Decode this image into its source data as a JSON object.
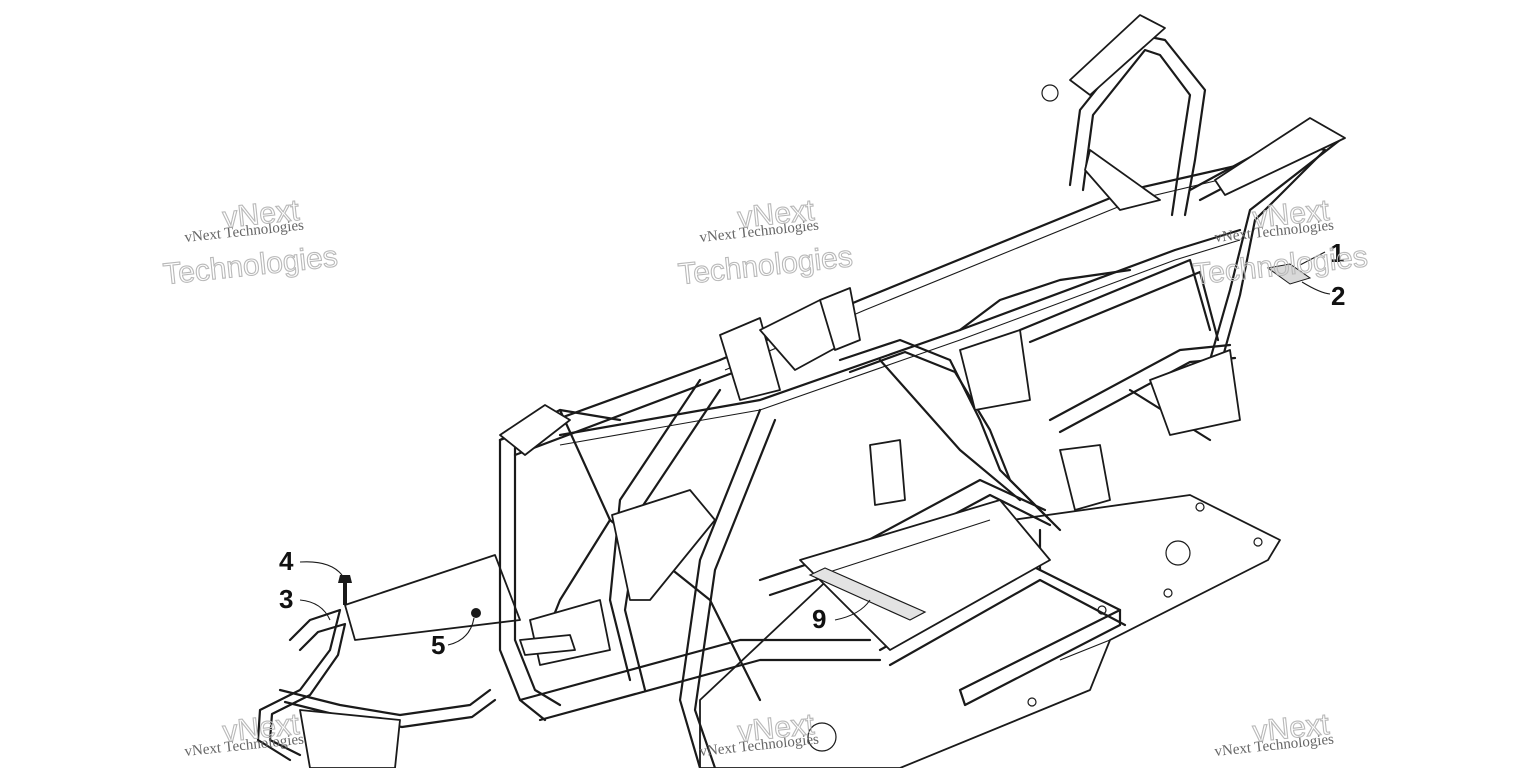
{
  "callouts": {
    "c1": "1",
    "c2": "2",
    "c3": "3",
    "c4": "4",
    "c5": "5",
    "c9": "9"
  },
  "watermark": {
    "brand_small": "vNext Technologies",
    "brand_word1": "vNext",
    "brand_word2": "Technologies"
  },
  "colors": {
    "line": "#1a1a1a",
    "watermark": "#b9b9b9",
    "background": "#ffffff"
  }
}
